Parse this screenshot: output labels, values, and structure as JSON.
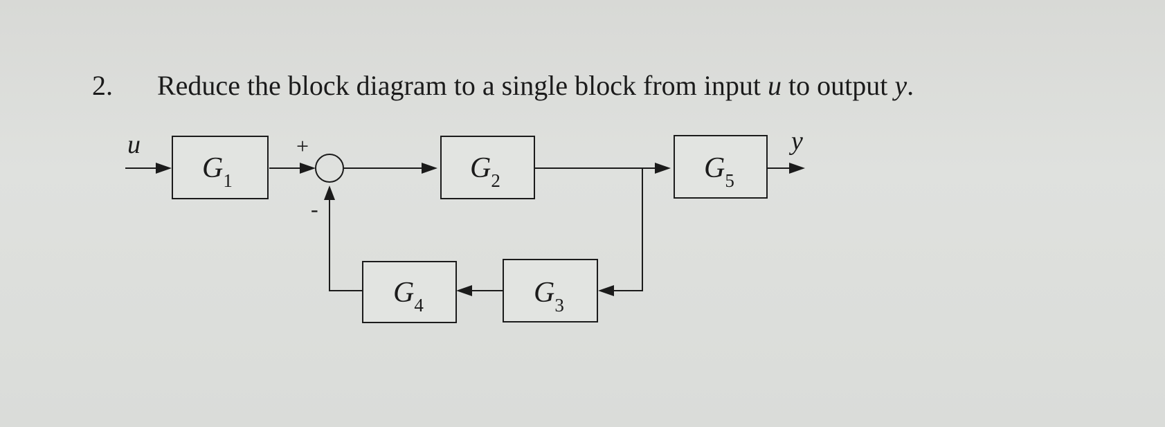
{
  "question": {
    "number": "2.",
    "text_before_input": "Reduce the block diagram to a single block from input ",
    "input_var": "u",
    "text_middle": " to output ",
    "output_var": "y",
    "text_end": "."
  },
  "diagram": {
    "input_label": "u",
    "output_label": "y",
    "plus_sign": "+",
    "minus_sign": "-",
    "blocks": {
      "g1": {
        "symbol": "G",
        "subscript": "1"
      },
      "g2": {
        "symbol": "G",
        "subscript": "2"
      },
      "g3": {
        "symbol": "G",
        "subscript": "3"
      },
      "g4": {
        "symbol": "G",
        "subscript": "4"
      },
      "g5": {
        "symbol": "G",
        "subscript": "5"
      }
    }
  }
}
